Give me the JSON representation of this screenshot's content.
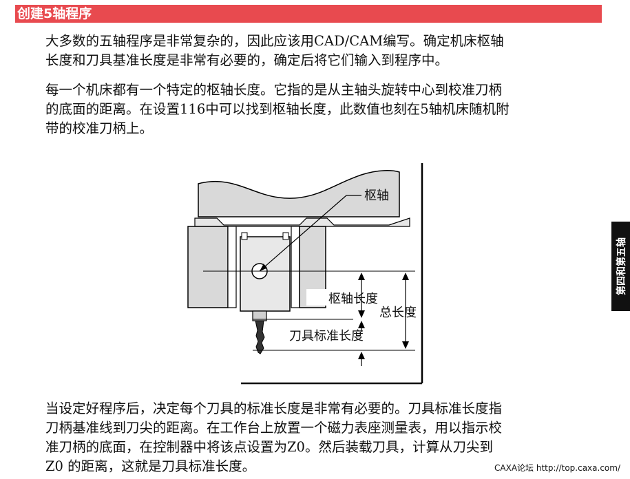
{
  "header": {
    "title": "创建5轴程序"
  },
  "paragraphs": {
    "p1": "大多数的五轴程序是非常复杂的，因此应该用CAD/CAM编写。确定机床枢轴\n长度和刀具基准长度是非常有必要的，确定后将它们输入到程序中。",
    "p2": "每一个机床都有一个特定的枢轴长度。它指的是从主轴头旋转中心到校准刀柄\n的底面的距离。在设置116中可以找到枢轴长度，此数值也刻在5轴机床随机附\n带的校准刀柄上。",
    "p3": "当设定好程序后，决定每个刀具的标准长度是非常有必要的。刀具标准长度指\n刀柄基准线到刀尖的距离。在工作台上放置一个磁力表座测量表，用以指示校\n准刀柄的底面，在控制器中将该点设置为Z0。然后装载刀具，计算从刀尖到\nZ0 的距离，这就是刀具标准长度。"
  },
  "side_tab": {
    "label": "第四和第五轴"
  },
  "figure": {
    "label_pivot": "枢轴",
    "label_pivot_length": "枢轴长度",
    "label_total_length": "总长度",
    "label_tool_length": "刀具标准长度"
  },
  "footer": {
    "text": "CAXA论坛 http://top.caxa.com/"
  }
}
